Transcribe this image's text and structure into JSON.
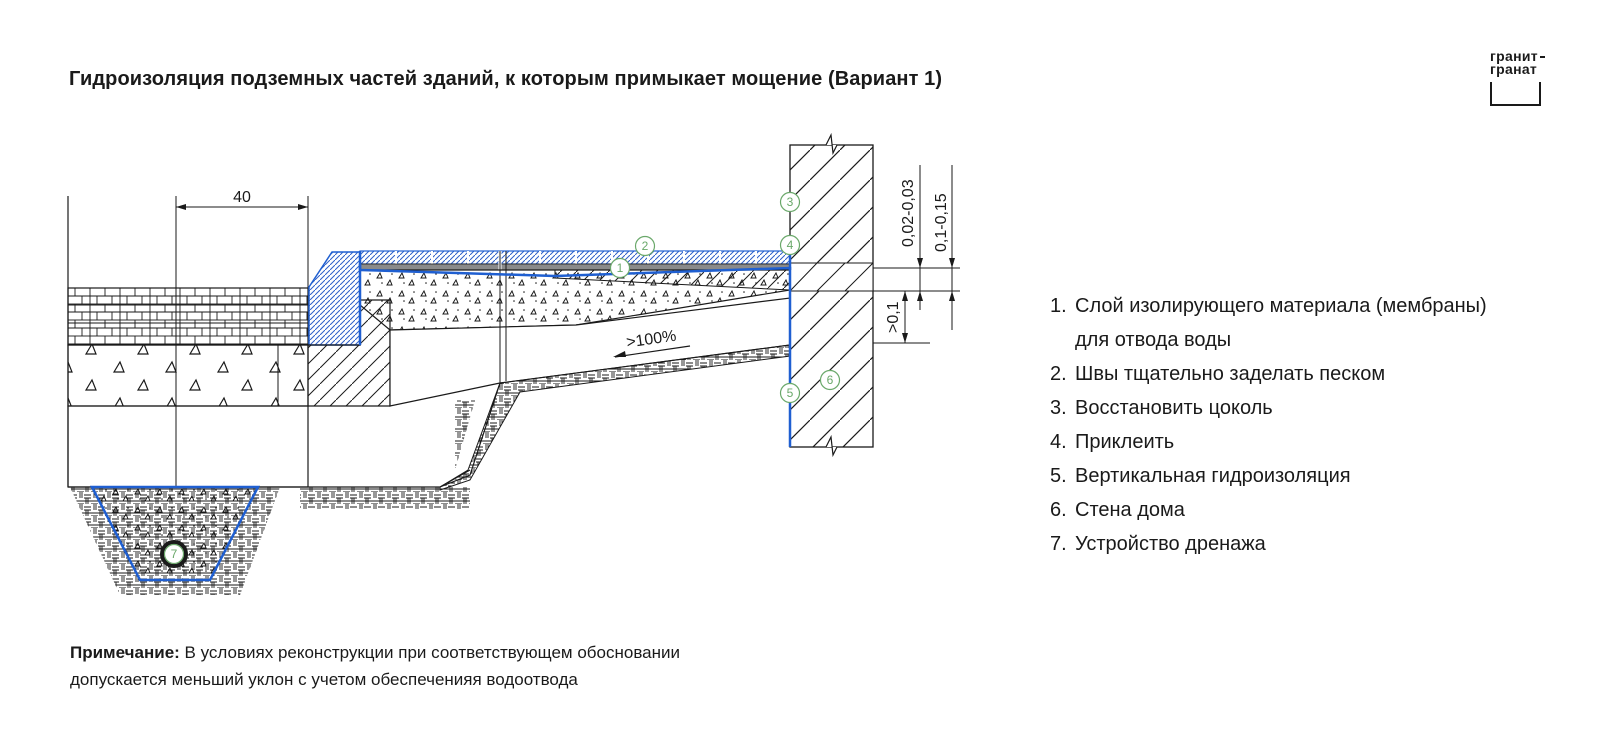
{
  "title": "Гидроизоляция подземных частей зданий,  к которым примыкает мощение (Вариант 1)",
  "logo": {
    "line1": "гранит",
    "line2": "гранат"
  },
  "dimensions": {
    "width_40": "40",
    "slope": ">100%",
    "d1": "0,02-0,03",
    "d2": "0,1-0,15",
    "d3": ">0,1"
  },
  "callouts": [
    "1",
    "2",
    "3",
    "4",
    "5",
    "6",
    "7"
  ],
  "legend": [
    {
      "num": "1.",
      "text": "Слой изолирующего материала (мембраны)",
      "cont": "для отвода воды"
    },
    {
      "num": "2.",
      "text": "Швы тщательно заделать песком"
    },
    {
      "num": "3.",
      "text": "Восстановить цоколь"
    },
    {
      "num": "4.",
      "text": "Приклеить"
    },
    {
      "num": "5.",
      "text": "Вертикальная гидроизоляция"
    },
    {
      "num": "6.",
      "text": "Стена дома"
    },
    {
      "num": "7.",
      "text": "Устройство дренажа"
    }
  ],
  "note": {
    "label": "Примечание:",
    "line1": " В условиях реконструкции при соответствующем обосновании",
    "line2": "допускается меньший уклон с учетом обеспеченияя водоотвода"
  },
  "colors": {
    "membrane": "#1f5fd1",
    "tile": "#3d6fd6",
    "callout": "#6aa86a",
    "line": "#1a1a1a"
  }
}
